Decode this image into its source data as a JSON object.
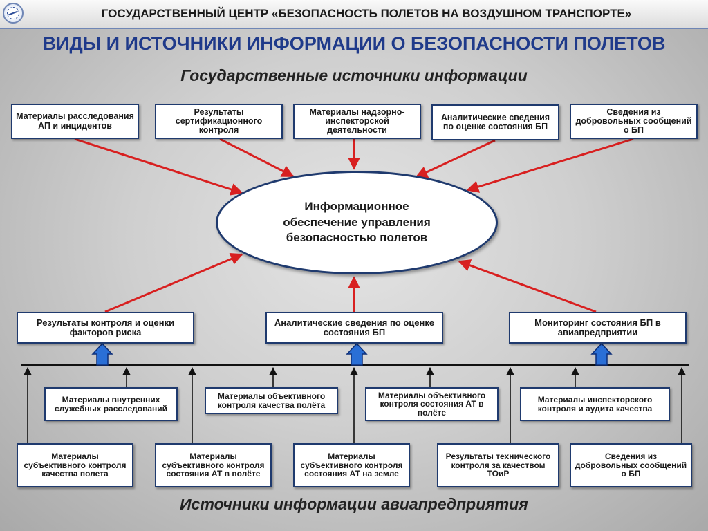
{
  "header": {
    "organization": "ГОСУДАРСТВЕННЫЙ ЦЕНТР «БЕЗОПАСНОСТЬ ПОЛЕТОВ НА ВОЗДУШНОМ ТРАНСПОРТЕ»"
  },
  "title": "ВИДЫ И ИСТОЧНИКИ ИНФОРМАЦИИ О БЕЗОПАСНОСТИ ПОЛЕТОВ",
  "state_sources": {
    "heading": "Государственные источники информации",
    "items": [
      "Материалы расследования АП и инцидентов",
      "Результаты сертификационного контроля",
      "Материалы надзорно-инспекторской деятельности",
      "Аналитические сведения по оценке состояния БП",
      "Сведения из добровольных сообщений о БП"
    ]
  },
  "center": {
    "text": "Информационное обеспечение управления безопасностью полетов"
  },
  "aggregates": {
    "items": [
      "Результаты контроля и оценки факторов риска",
      "Аналитические сведения по оценке состояния БП",
      "Мониторинг состояния БП в авиапредприятии"
    ]
  },
  "enterprise_sources": {
    "heading": "Источники информации авиапредприятия",
    "upper_row": [
      "Материалы внутренних служебных расследований",
      "Материалы объективного контроля качества полёта",
      "Материалы объективного контроля состояния АТ в полёте",
      "Материалы инспекторского контроля и аудита качества"
    ],
    "lower_row": [
      "Материалы субъективного контроля качества полета",
      "Материалы субъективного контроля состояния АТ в полёте",
      "Материалы субъективного контроля состояния АТ на земле",
      "Результаты технического контроля за качеством ТОиР",
      "Сведения из добровольных сообщений о БП"
    ]
  },
  "colors": {
    "title_blue": "#1f3a8a",
    "arrow_red": "#d82020",
    "box_border": "#1f3a6e",
    "block_arrow_blue": "#2a6fd6"
  }
}
